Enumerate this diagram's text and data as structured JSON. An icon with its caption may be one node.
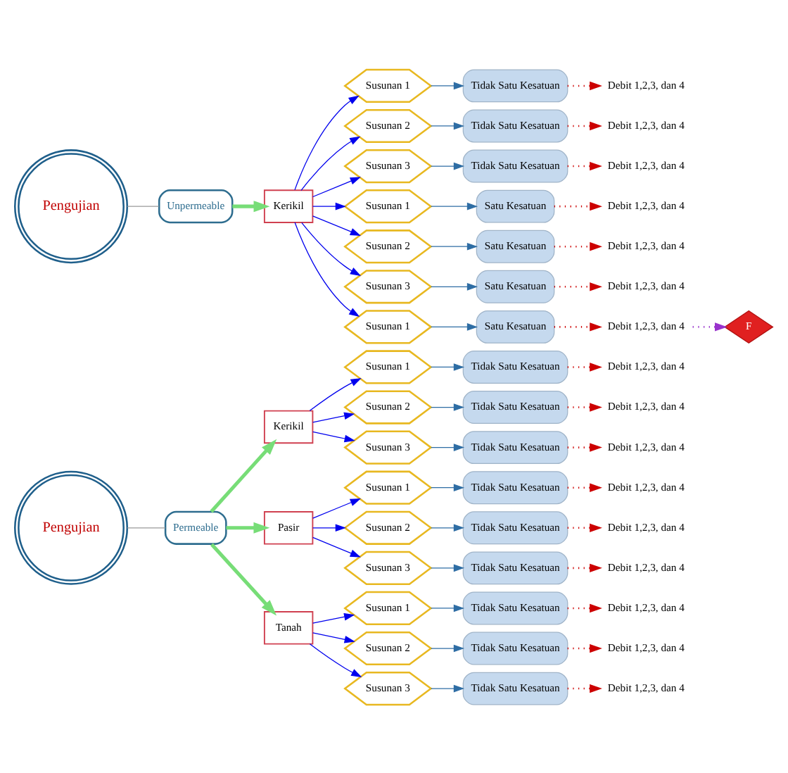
{
  "diagram": {
    "nodes": [
      {
        "text": [
          "Pengujian"
        ]
      },
      {
        "text": [
          "Permeable"
        ]
      },
      {
        "text": [
          "Kerikil"
        ]
      },
      {
        "text": [
          "Pasir"
        ]
      },
      {
        "text": [
          "Tanah"
        ]
      },
      {
        "text": [
          "Susunan 1"
        ]
      },
      {
        "text": [
          "Susunan 2"
        ]
      },
      {
        "text": [
          "Susunan 3"
        ]
      },
      {
        "text": [
          "Susunan 1"
        ]
      },
      {
        "text": [
          "Susunan 2"
        ]
      },
      {
        "text": [
          "Susunan 3"
        ]
      },
      {
        "text": [
          "Susunan 1"
        ]
      },
      {
        "text": [
          "Susunan 2"
        ]
      },
      {
        "text": [
          "Susunan 3"
        ]
      },
      {
        "text": [
          "Tidak Satu Kesatuan"
        ]
      },
      {
        "text": [
          "Tidak Satu Kesatuan"
        ]
      },
      {
        "text": [
          "Tidak Satu Kesatuan"
        ]
      },
      {
        "text": [
          "Tidak Satu Kesatuan"
        ]
      },
      {
        "text": [
          "Tidak Satu Kesatuan"
        ]
      },
      {
        "text": [
          "Tidak Satu Kesatuan"
        ]
      },
      {
        "text": [
          "Tidak Satu Kesatuan"
        ]
      },
      {
        "text": [
          "Tidak Satu Kesatuan"
        ]
      },
      {
        "text": [
          "Tidak Satu Kesatuan"
        ]
      },
      {
        "text": [
          "Debit 1,2,3, dan 4"
        ]
      },
      {
        "text": [
          "Debit 1,2,3, dan 4"
        ]
      },
      {
        "text": [
          "Debit 1,2,3, dan 4"
        ]
      },
      {
        "text": [
          "Debit 1,2,3, dan 4"
        ]
      },
      {
        "text": [
          "Debit 1,2,3, dan 4"
        ]
      },
      {
        "text": [
          "Debit 1,2,3, dan 4"
        ]
      },
      {
        "text": [
          "Debit 1,2,3, dan 4"
        ]
      },
      {
        "text": [
          "Debit 1,2,3, dan 4"
        ]
      },
      {
        "text": [
          "Debit 1,2,3, dan 4"
        ]
      },
      {
        "text": [
          "Pengujian"
        ]
      },
      {
        "text": [
          "Unpermeable"
        ]
      },
      {
        "text": [
          "Kerikil"
        ]
      },
      {
        "text": [
          "Susunan 1"
        ]
      },
      {
        "text": [
          "Susunan 2"
        ]
      },
      {
        "text": [
          "Susunan 3"
        ]
      },
      {
        "text": [
          "Susunan 1"
        ]
      },
      {
        "text": [
          "Susunan 2"
        ]
      },
      {
        "text": [
          "Susunan 3"
        ]
      },
      {
        "text": [
          "Susunan 1"
        ]
      },
      {
        "text": [
          "Tidak Satu Kesatuan"
        ]
      },
      {
        "text": [
          "Tidak Satu Kesatuan"
        ]
      },
      {
        "text": [
          "Tidak Satu Kesatuan"
        ]
      },
      {
        "text": [
          "Satu Kesatuan"
        ]
      },
      {
        "text": [
          "Satu Kesatuan"
        ]
      },
      {
        "text": [
          "Satu Kesatuan"
        ]
      },
      {
        "text": [
          "Satu Kesatuan"
        ]
      },
      {
        "text": [
          "Debit 1,2,3, dan 4"
        ]
      },
      {
        "text": [
          "Debit 1,2,3, dan 4"
        ]
      },
      {
        "text": [
          "Debit 1,2,3, dan 4"
        ]
      },
      {
        "text": [
          "Debit 1,2,3, dan 4"
        ]
      },
      {
        "text": [
          "Debit 1,2,3, dan 4"
        ]
      },
      {
        "text": [
          "Debit 1,2,3, dan 4"
        ]
      },
      {
        "text": [
          "Debit 1,2,3, dan 4"
        ]
      },
      {
        "text": [
          "F"
        ]
      }
    ],
    "edges": [
      {
        "from": 0,
        "to": 1,
        "arrow": "none",
        "color": "#999999"
      },
      {
        "from": 1,
        "to": 2,
        "arrow": "to",
        "style": "thick",
        "color": "#77dd77"
      },
      {
        "from": 1,
        "to": 3,
        "arrow": "to",
        "style": "thick",
        "color": "#77dd77"
      },
      {
        "from": 1,
        "to": 4,
        "arrow": "to",
        "style": "thick",
        "color": "#77dd77"
      },
      {
        "from": 2,
        "to": 5,
        "arrow": "to",
        "color": "#0000ee"
      },
      {
        "from": 2,
        "to": 6,
        "arrow": "to",
        "color": "#0000ee"
      },
      {
        "from": 2,
        "to": 7,
        "arrow": "to",
        "color": "#0000ee"
      },
      {
        "from": 3,
        "to": 8,
        "arrow": "to",
        "color": "#0000ee"
      },
      {
        "from": 3,
        "to": 9,
        "arrow": "to",
        "color": "#0000ee"
      },
      {
        "from": 3,
        "to": 10,
        "arrow": "to",
        "color": "#0000ee"
      },
      {
        "from": 4,
        "to": 11,
        "arrow": "to",
        "color": "#0000ee"
      },
      {
        "from": 4,
        "to": 12,
        "arrow": "to",
        "color": "#0000ee"
      },
      {
        "from": 4,
        "to": 13,
        "arrow": "to",
        "color": "#0000ee"
      },
      {
        "from": 5,
        "to": 14,
        "arrow": "to",
        "color": "#2e6da4"
      },
      {
        "from": 6,
        "to": 15,
        "arrow": "to",
        "color": "#2e6da4"
      },
      {
        "from": 7,
        "to": 16,
        "arrow": "to",
        "color": "#2e6da4"
      },
      {
        "from": 8,
        "to": 17,
        "arrow": "to",
        "color": "#2e6da4"
      },
      {
        "from": 9,
        "to": 18,
        "arrow": "to",
        "color": "#2e6da4"
      },
      {
        "from": 10,
        "to": 19,
        "arrow": "to",
        "color": "#2e6da4"
      },
      {
        "from": 11,
        "to": 20,
        "arrow": "to",
        "color": "#2e6da4"
      },
      {
        "from": 12,
        "to": 21,
        "arrow": "to",
        "color": "#2e6da4"
      },
      {
        "from": 13,
        "to": 22,
        "arrow": "to",
        "color": "#2e6da4"
      },
      {
        "from": 14,
        "to": 23,
        "arrow": "to",
        "style": "dashed",
        "color": "#cc0000"
      },
      {
        "from": 15,
        "to": 24,
        "arrow": "to",
        "style": "dashed",
        "color": "#cc0000"
      },
      {
        "from": 16,
        "to": 25,
        "arrow": "to",
        "style": "dashed",
        "color": "#cc0000"
      },
      {
        "from": 17,
        "to": 26,
        "arrow": "to",
        "style": "dashed",
        "color": "#cc0000"
      },
      {
        "from": 18,
        "to": 27,
        "arrow": "to",
        "style": "dashed",
        "color": "#cc0000"
      },
      {
        "from": 19,
        "to": 28,
        "arrow": "to",
        "style": "dashed",
        "color": "#cc0000"
      },
      {
        "from": 20,
        "to": 29,
        "arrow": "to",
        "style": "dashed",
        "color": "#cc0000"
      },
      {
        "from": 21,
        "to": 30,
        "arrow": "to",
        "style": "dashed",
        "color": "#cc0000"
      },
      {
        "from": 22,
        "to": 31,
        "arrow": "to",
        "style": "dashed",
        "color": "#cc0000"
      },
      {
        "from": 32,
        "to": 33,
        "arrow": "none",
        "color": "#999999"
      },
      {
        "from": 33,
        "to": 34,
        "arrow": "to",
        "style": "thick",
        "color": "#77dd77"
      },
      {
        "from": 34,
        "to": 35,
        "arrow": "to",
        "color": "#0000ee"
      },
      {
        "from": 34,
        "to": 36,
        "arrow": "to",
        "color": "#0000ee"
      },
      {
        "from": 34,
        "to": 37,
        "arrow": "to",
        "color": "#0000ee"
      },
      {
        "from": 34,
        "to": 38,
        "arrow": "to",
        "color": "#0000ee"
      },
      {
        "from": 34,
        "to": 39,
        "arrow": "to",
        "color": "#0000ee"
      },
      {
        "from": 34,
        "to": 40,
        "arrow": "to",
        "color": "#0000ee"
      },
      {
        "from": 34,
        "to": 41,
        "arrow": "to",
        "color": "#0000ee"
      },
      {
        "from": 35,
        "to": 42,
        "arrow": "to",
        "color": "#2e6da4"
      },
      {
        "from": 36,
        "to": 43,
        "arrow": "to",
        "color": "#2e6da4"
      },
      {
        "from": 37,
        "to": 44,
        "arrow": "to",
        "color": "#2e6da4"
      },
      {
        "from": 38,
        "to": 45,
        "arrow": "to",
        "color": "#2e6da4"
      },
      {
        "from": 39,
        "to": 46,
        "arrow": "to",
        "color": "#2e6da4"
      },
      {
        "from": 40,
        "to": 47,
        "arrow": "to",
        "color": "#2e6da4"
      },
      {
        "from": 41,
        "to": 48,
        "arrow": "to",
        "color": "#2e6da4"
      },
      {
        "from": 42,
        "to": 49,
        "arrow": "to",
        "style": "dashed",
        "color": "#cc0000"
      },
      {
        "from": 43,
        "to": 50,
        "arrow": "to",
        "style": "dashed",
        "color": "#cc0000"
      },
      {
        "from": 44,
        "to": 51,
        "arrow": "to",
        "style": "dashed",
        "color": "#cc0000"
      },
      {
        "from": 45,
        "to": 52,
        "arrow": "to",
        "style": "dashed",
        "color": "#cc0000"
      },
      {
        "from": 46,
        "to": 53,
        "arrow": "to",
        "style": "dashed",
        "color": "#cc0000"
      },
      {
        "from": 47,
        "to": 54,
        "arrow": "to",
        "style": "dashed",
        "color": "#cc0000"
      },
      {
        "from": 48,
        "to": 55,
        "arrow": "to",
        "style": "dashed",
        "color": "#cc0000"
      },
      {
        "from": 55,
        "to": 56,
        "arrow": "to",
        "style": "dashed",
        "color": "#9933cc"
      }
    ]
  }
}
